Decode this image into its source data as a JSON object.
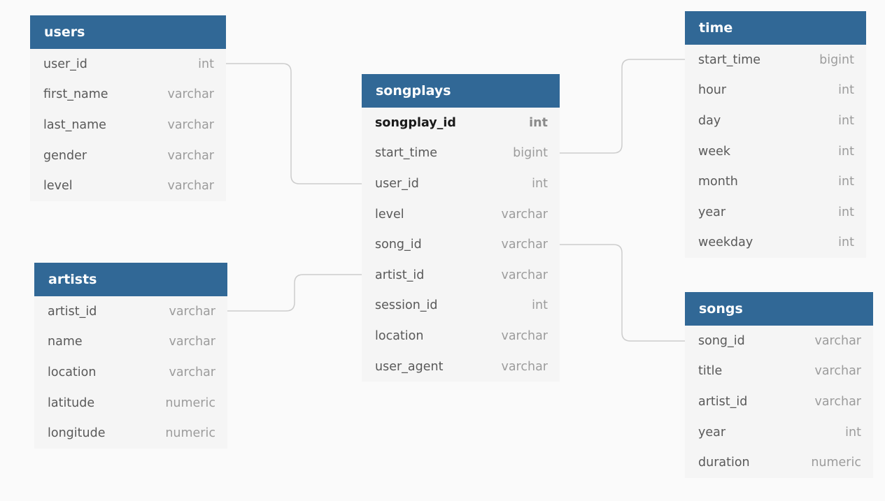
{
  "tables": {
    "users": {
      "title": "users",
      "columns": [
        {
          "name": "user_id",
          "type": "int"
        },
        {
          "name": "first_name",
          "type": "varchar"
        },
        {
          "name": "last_name",
          "type": "varchar"
        },
        {
          "name": "gender",
          "type": "varchar"
        },
        {
          "name": "level",
          "type": "varchar"
        }
      ]
    },
    "artists": {
      "title": "artists",
      "columns": [
        {
          "name": "artist_id",
          "type": "varchar"
        },
        {
          "name": "name",
          "type": "varchar"
        },
        {
          "name": "location",
          "type": "varchar"
        },
        {
          "name": "latitude",
          "type": "numeric"
        },
        {
          "name": "longitude",
          "type": "numeric"
        }
      ]
    },
    "songplays": {
      "title": "songplays",
      "columns": [
        {
          "name": "songplay_id",
          "type": "int",
          "primary": true
        },
        {
          "name": "start_time",
          "type": "bigint"
        },
        {
          "name": "user_id",
          "type": "int"
        },
        {
          "name": "level",
          "type": "varchar"
        },
        {
          "name": "song_id",
          "type": "varchar"
        },
        {
          "name": "artist_id",
          "type": "varchar"
        },
        {
          "name": "session_id",
          "type": "int"
        },
        {
          "name": "location",
          "type": "varchar"
        },
        {
          "name": "user_agent",
          "type": "varchar"
        }
      ]
    },
    "time": {
      "title": "time",
      "columns": [
        {
          "name": "start_time",
          "type": "bigint"
        },
        {
          "name": "hour",
          "type": "int"
        },
        {
          "name": "day",
          "type": "int"
        },
        {
          "name": "week",
          "type": "int"
        },
        {
          "name": "month",
          "type": "int"
        },
        {
          "name": "year",
          "type": "int"
        },
        {
          "name": "weekday",
          "type": "int"
        }
      ]
    },
    "songs": {
      "title": "songs",
      "columns": [
        {
          "name": "song_id",
          "type": "varchar"
        },
        {
          "name": "title",
          "type": "varchar"
        },
        {
          "name": "artist_id",
          "type": "varchar"
        },
        {
          "name": "year",
          "type": "int"
        },
        {
          "name": "duration",
          "type": "numeric"
        }
      ]
    }
  },
  "relationships": [
    {
      "from_table": "users",
      "from_column": "user_id",
      "to_table": "songplays",
      "to_column": "user_id"
    },
    {
      "from_table": "artists",
      "from_column": "artist_id",
      "to_table": "songplays",
      "to_column": "artist_id"
    },
    {
      "from_table": "songplays",
      "from_column": "start_time",
      "to_table": "time",
      "to_column": "start_time"
    },
    {
      "from_table": "songplays",
      "from_column": "song_id",
      "to_table": "songs",
      "to_column": "song_id"
    }
  ],
  "colors": {
    "header_bg": "#316896",
    "header_text": "#ffffff",
    "table_bg": "#f5f5f5",
    "column_name": "#595959",
    "column_type": "#9c9c9c",
    "connector": "#cccccc",
    "canvas_bg": "#fafafa"
  }
}
